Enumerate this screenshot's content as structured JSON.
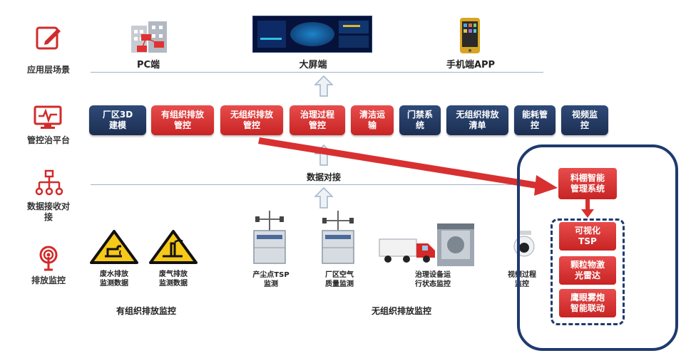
{
  "layers": {
    "app": "应用层场景",
    "platform": "管控治平台",
    "data": "数据接收对\n接",
    "monitor": "排放监控"
  },
  "top": {
    "pc": "PC端",
    "bigscreen": "大屏端",
    "mobile": "手机端APP"
  },
  "platform_boxes": [
    {
      "label": "厂区3D\n建模",
      "color": "blue"
    },
    {
      "label": "有组织排放\n管控",
      "color": "red"
    },
    {
      "label": "无组织排放\n管控",
      "color": "red"
    },
    {
      "label": "治理过程\n管控",
      "color": "red"
    },
    {
      "label": "清洁运\n输",
      "color": "red"
    },
    {
      "label": "门禁系\n统",
      "color": "blue"
    },
    {
      "label": "无组织排放\n清单",
      "color": "blue"
    },
    {
      "label": "能耗管\n控",
      "color": "blue"
    },
    {
      "label": "视频监\n控",
      "color": "blue"
    }
  ],
  "data_dock": "数据对接",
  "monitor_items": {
    "wastewater": "废水排放\n监测数据",
    "exhaust": "废气排放\n监测数据",
    "dust_tsp": "产尘点TSP\n监测",
    "air_quality": "厂区空气\n质量监测",
    "treatment": "治理设备运\n行状态监控",
    "video": "视频过程\n监控"
  },
  "groups": {
    "organized": "有组织排放监控",
    "unorganized": "无组织排放监控"
  },
  "panel": {
    "system": "料棚智能\n管理系统",
    "items": [
      "可视化\nTSP",
      "颗粒物激\n光雷达",
      "鹰眼雾炮\n智能联动"
    ]
  },
  "colors": {
    "navy": "#1f3a6e",
    "red": "#d83030",
    "line": "#9fb3c8"
  }
}
